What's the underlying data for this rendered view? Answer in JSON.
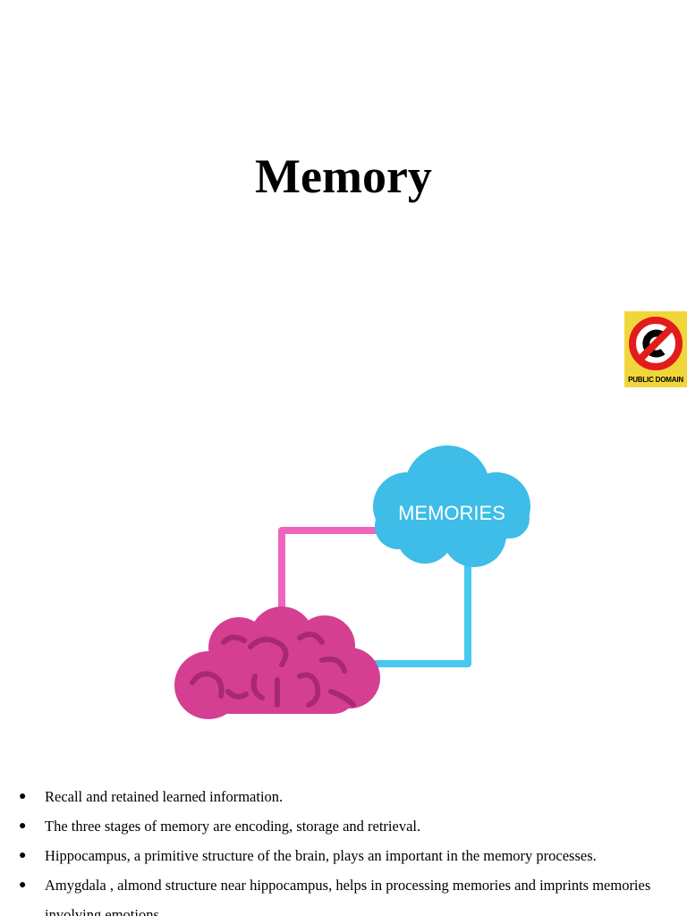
{
  "title": "Memory",
  "badge": {
    "label": "PUBLIC DOMAIN",
    "icon": "no-copyright-icon",
    "background_color": "#f1d63b",
    "ring_color": "#e21b1b"
  },
  "illustration": {
    "cloud_text": "MEMORIES",
    "cloud_color": "#3dbde8",
    "brain_color": "#d43f92",
    "pink_line_color": "#f064bd",
    "blue_line_color": "#46c8ef"
  },
  "bullets": [
    "Recall and retained learned information.",
    "The three stages of memory are encoding, storage and retrieval.",
    "Hippocampus, a primitive structure of the brain, plays an important in the memory processes.",
    "Amygdala , almond structure near hippocampus, helps in processing memories and imprints memories involving emotions."
  ]
}
